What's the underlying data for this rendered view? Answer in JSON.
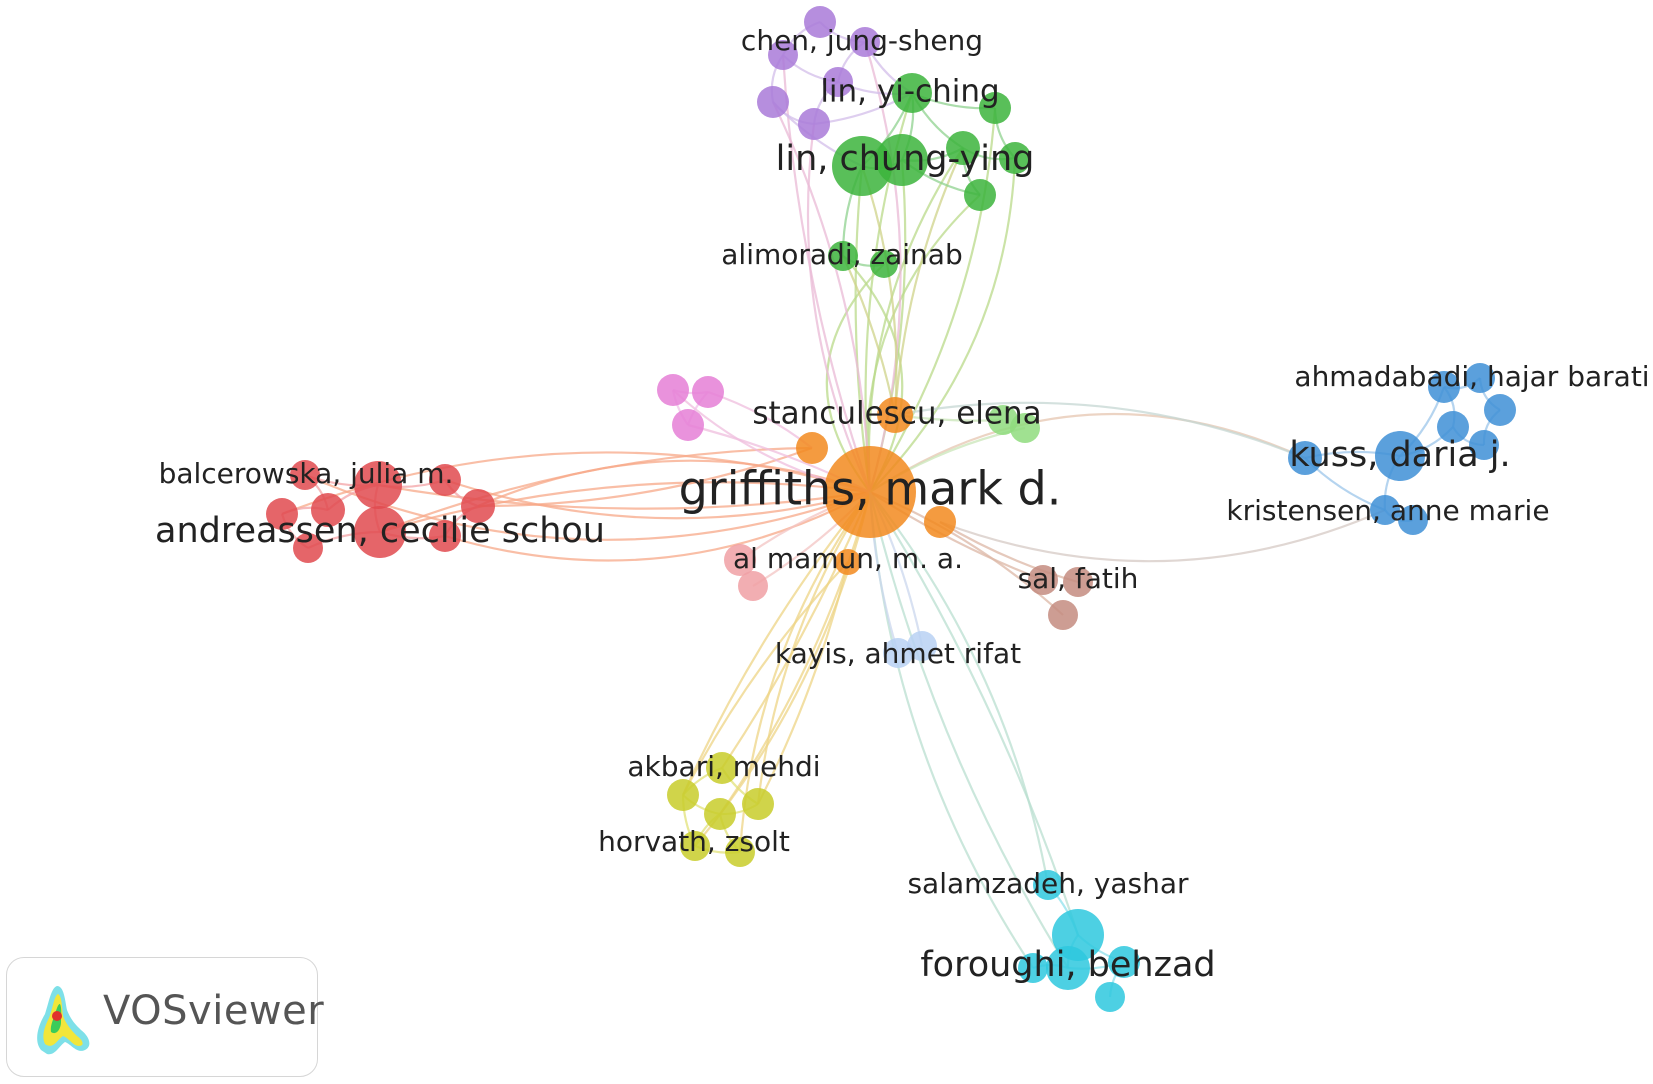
{
  "colors": {
    "orange": "#f28a1e",
    "red": "#e04a4f",
    "green": "#3cb43c",
    "purple": "#a97ad8",
    "blue": "#3e8fd6",
    "cyan": "#2ec8de",
    "yellow": "#c8cc2a",
    "pink": "#e57fd6",
    "salmon": "#f0a0a4",
    "brown": "#c48c80",
    "lightgreen": "#8fdc7e",
    "lightblue": "#b9d1f3"
  },
  "labels": [
    {
      "id": "griffiths",
      "text": "griffiths, mark d.",
      "size": "xl"
    },
    {
      "id": "andreassen",
      "text": "andreassen, cecilie schou",
      "size": "l"
    },
    {
      "id": "balcerowska",
      "text": "balcerowska, julia m.",
      "size": "m"
    },
    {
      "id": "lin-chung-ying",
      "text": "lin, chung-ying",
      "size": "l"
    },
    {
      "id": "lin-yi-ching",
      "text": "lin, yi-ching",
      "size": "m2"
    },
    {
      "id": "chen-jung-sheng",
      "text": "chen, jung-sheng",
      "size": "m"
    },
    {
      "id": "alimoradi",
      "text": "alimoradi, zainab",
      "size": "m"
    },
    {
      "id": "stanculescu",
      "text": "stanculescu, elena",
      "size": "m2"
    },
    {
      "id": "al-mamun",
      "text": "al mamun, m. a.",
      "size": "m"
    },
    {
      "id": "kuss",
      "text": "kuss, daria j.",
      "size": "l"
    },
    {
      "id": "ahmadabadi",
      "text": "ahmadabadi, hajar barati",
      "size": "m"
    },
    {
      "id": "kristensen",
      "text": "kristensen, anne marie",
      "size": "m"
    },
    {
      "id": "sal",
      "text": "sal, fatih",
      "size": "m"
    },
    {
      "id": "kayis",
      "text": "kayis, ahmet rifat",
      "size": "m"
    },
    {
      "id": "akbari",
      "text": "akbari, mehdi",
      "size": "m"
    },
    {
      "id": "horvath",
      "text": "horvath, zsolt",
      "size": "m"
    },
    {
      "id": "salamzadeh",
      "text": "salamzadeh, yashar",
      "size": "m"
    },
    {
      "id": "foroughi",
      "text": "foroughi, behzad",
      "size": "l"
    }
  ],
  "brand": {
    "name": "VOSviewer",
    "logo_icon": "vosviewer-logo-icon"
  }
}
